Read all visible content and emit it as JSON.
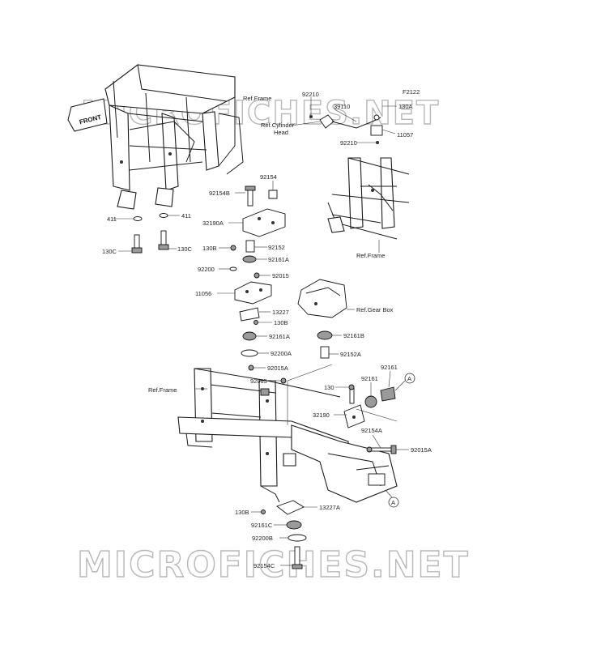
{
  "diagram_code": "F2122",
  "watermark": "MICROFICHES.NET",
  "front_badge": "FRONT",
  "callouts": {
    "c_92210_top": "92210",
    "c_39110": "39110",
    "c_130A": "130A",
    "c_ref_cyl": "Ref.Cylinder",
    "c_head": "Head",
    "c_11057": "11057",
    "c_92210_bot": "92210",
    "c_ref_frame_top": "Ref.Frame",
    "c_ref_frame_right": "Ref.Frame",
    "c_ref_frame_left": "Ref.Frame",
    "c_ref_gear": "Ref.Gear Box",
    "c_92154": "92154",
    "c_92154B": "92154B",
    "c_32190A": "32190A",
    "c_411_left": "411",
    "c_411_right": "411",
    "c_130C_left": "130C",
    "c_130C_right": "130C",
    "c_130B_top": "130B",
    "c_92152": "92152",
    "c_92200": "92200",
    "c_92161A_top": "92161A",
    "c_92015_a": "92015",
    "c_11056": "11056",
    "c_13227": "13227",
    "c_130B_mid": "130B",
    "c_92161A_mid": "92161A",
    "c_92161B": "92161B",
    "c_92200A": "92200A",
    "c_92152A": "92152A",
    "c_92015A_mid": "92015A",
    "c_92015_b": "92015",
    "c_130": "130",
    "c_92161_left": "92161",
    "c_92161_right": "92161",
    "c_A_top": "A",
    "c_32190": "32190",
    "c_92154A": "92154A",
    "c_92015A_right": "92015A",
    "c_A_bot": "A",
    "c_130B_bot": "130B",
    "c_13227A": "13227A",
    "c_92161C": "92161C",
    "c_92200B": "92200B",
    "c_92154C": "92154C"
  }
}
